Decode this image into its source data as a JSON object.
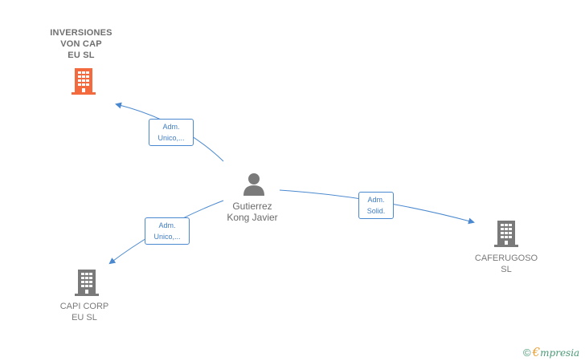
{
  "nodes": {
    "inversiones": {
      "label": "INVERSIONES\nVON CAP\nEU  SL",
      "icon": "building-icon",
      "color": "#f26a3d"
    },
    "person": {
      "label": "Gutierrez\nKong Javier",
      "icon": "person-icon",
      "color": "#7a7a7a"
    },
    "capi": {
      "label": "CAPI CORP\nEU  SL",
      "icon": "building-icon",
      "color": "#7a7a7a"
    },
    "caferugoso": {
      "label": "CAFERUGOSO\nSL",
      "icon": "building-icon",
      "color": "#7a7a7a"
    }
  },
  "edges": {
    "to_inversiones": "Adm.\nUnico,...",
    "to_capi": "Adm.\nUnico,...",
    "to_caferugoso": "Adm.\nSolid."
  },
  "edge_color": "#4a88cf",
  "brand": {
    "copyright": "©",
    "e": "€",
    "rest": "mpresia"
  }
}
